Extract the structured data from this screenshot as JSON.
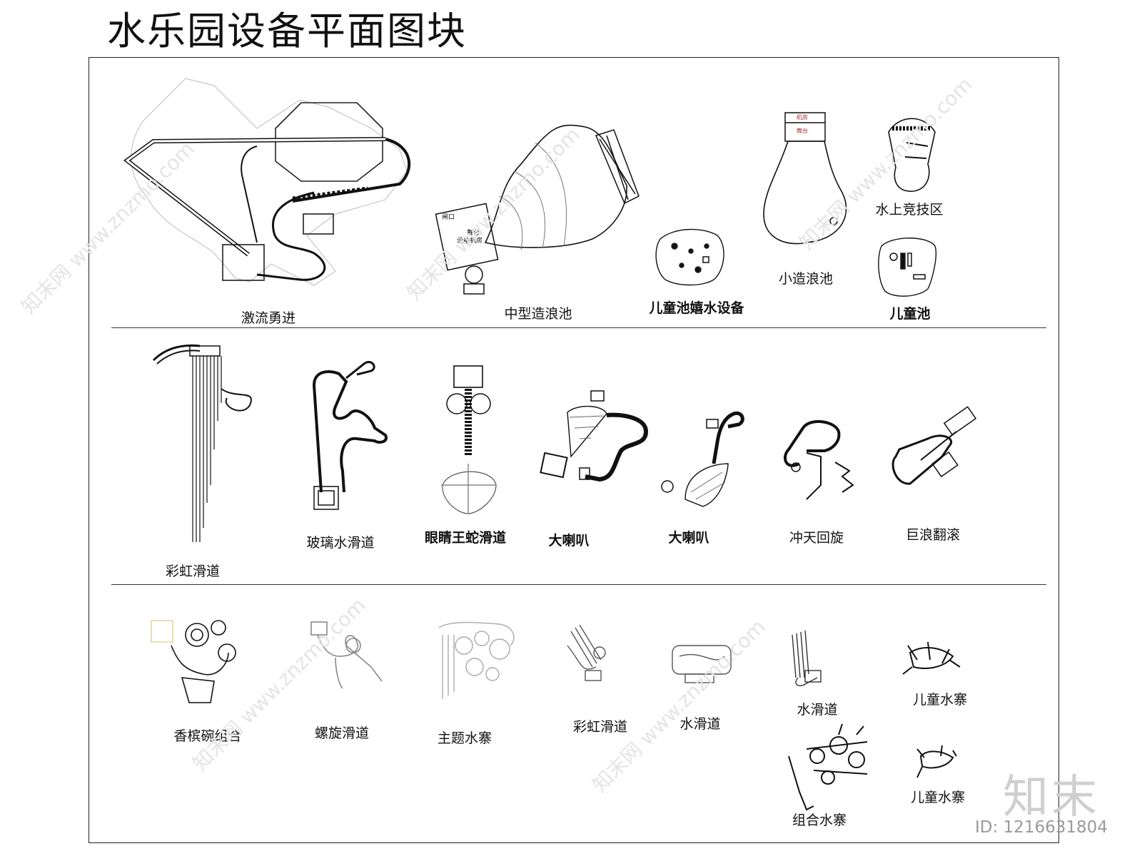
{
  "title": "水乐园设备平面图块",
  "row1": {
    "jiliu": "激流勇进",
    "medium_wave": "中型造浪池",
    "kids_spray": "儿童池嬉水设备",
    "small_wave": "小造浪池",
    "water_sport": "水上竞技区",
    "kids_pool": "儿童池",
    "tiny_labels": {
      "jifang": "机房",
      "wutai": "舞台",
      "wutai2": "舞台",
      "zhakou": "闸口",
      "shebei": "设备机房"
    }
  },
  "row2": {
    "rainbow": "彩虹滑道",
    "glass": "玻璃水滑道",
    "cobra": "眼睛王蛇滑道",
    "horn1": "大喇叭",
    "horn2": "大喇叭",
    "sky": "冲天回旋",
    "wave_roll": "巨浪翻滚"
  },
  "row3": {
    "betel": "香槟碗组合",
    "spiral": "螺旋滑道",
    "theme": "主题水寨",
    "rainbow2": "彩虹滑道",
    "slide": "水滑道",
    "slide2": "水滑道",
    "combo": "组合水寨",
    "kids_fort1": "儿童水寨",
    "kids_fort2": "儿童水寨"
  },
  "watermark": {
    "logo": "知末",
    "id": "ID: 1216631804",
    "site": "知末网 www.znzmo.com"
  }
}
